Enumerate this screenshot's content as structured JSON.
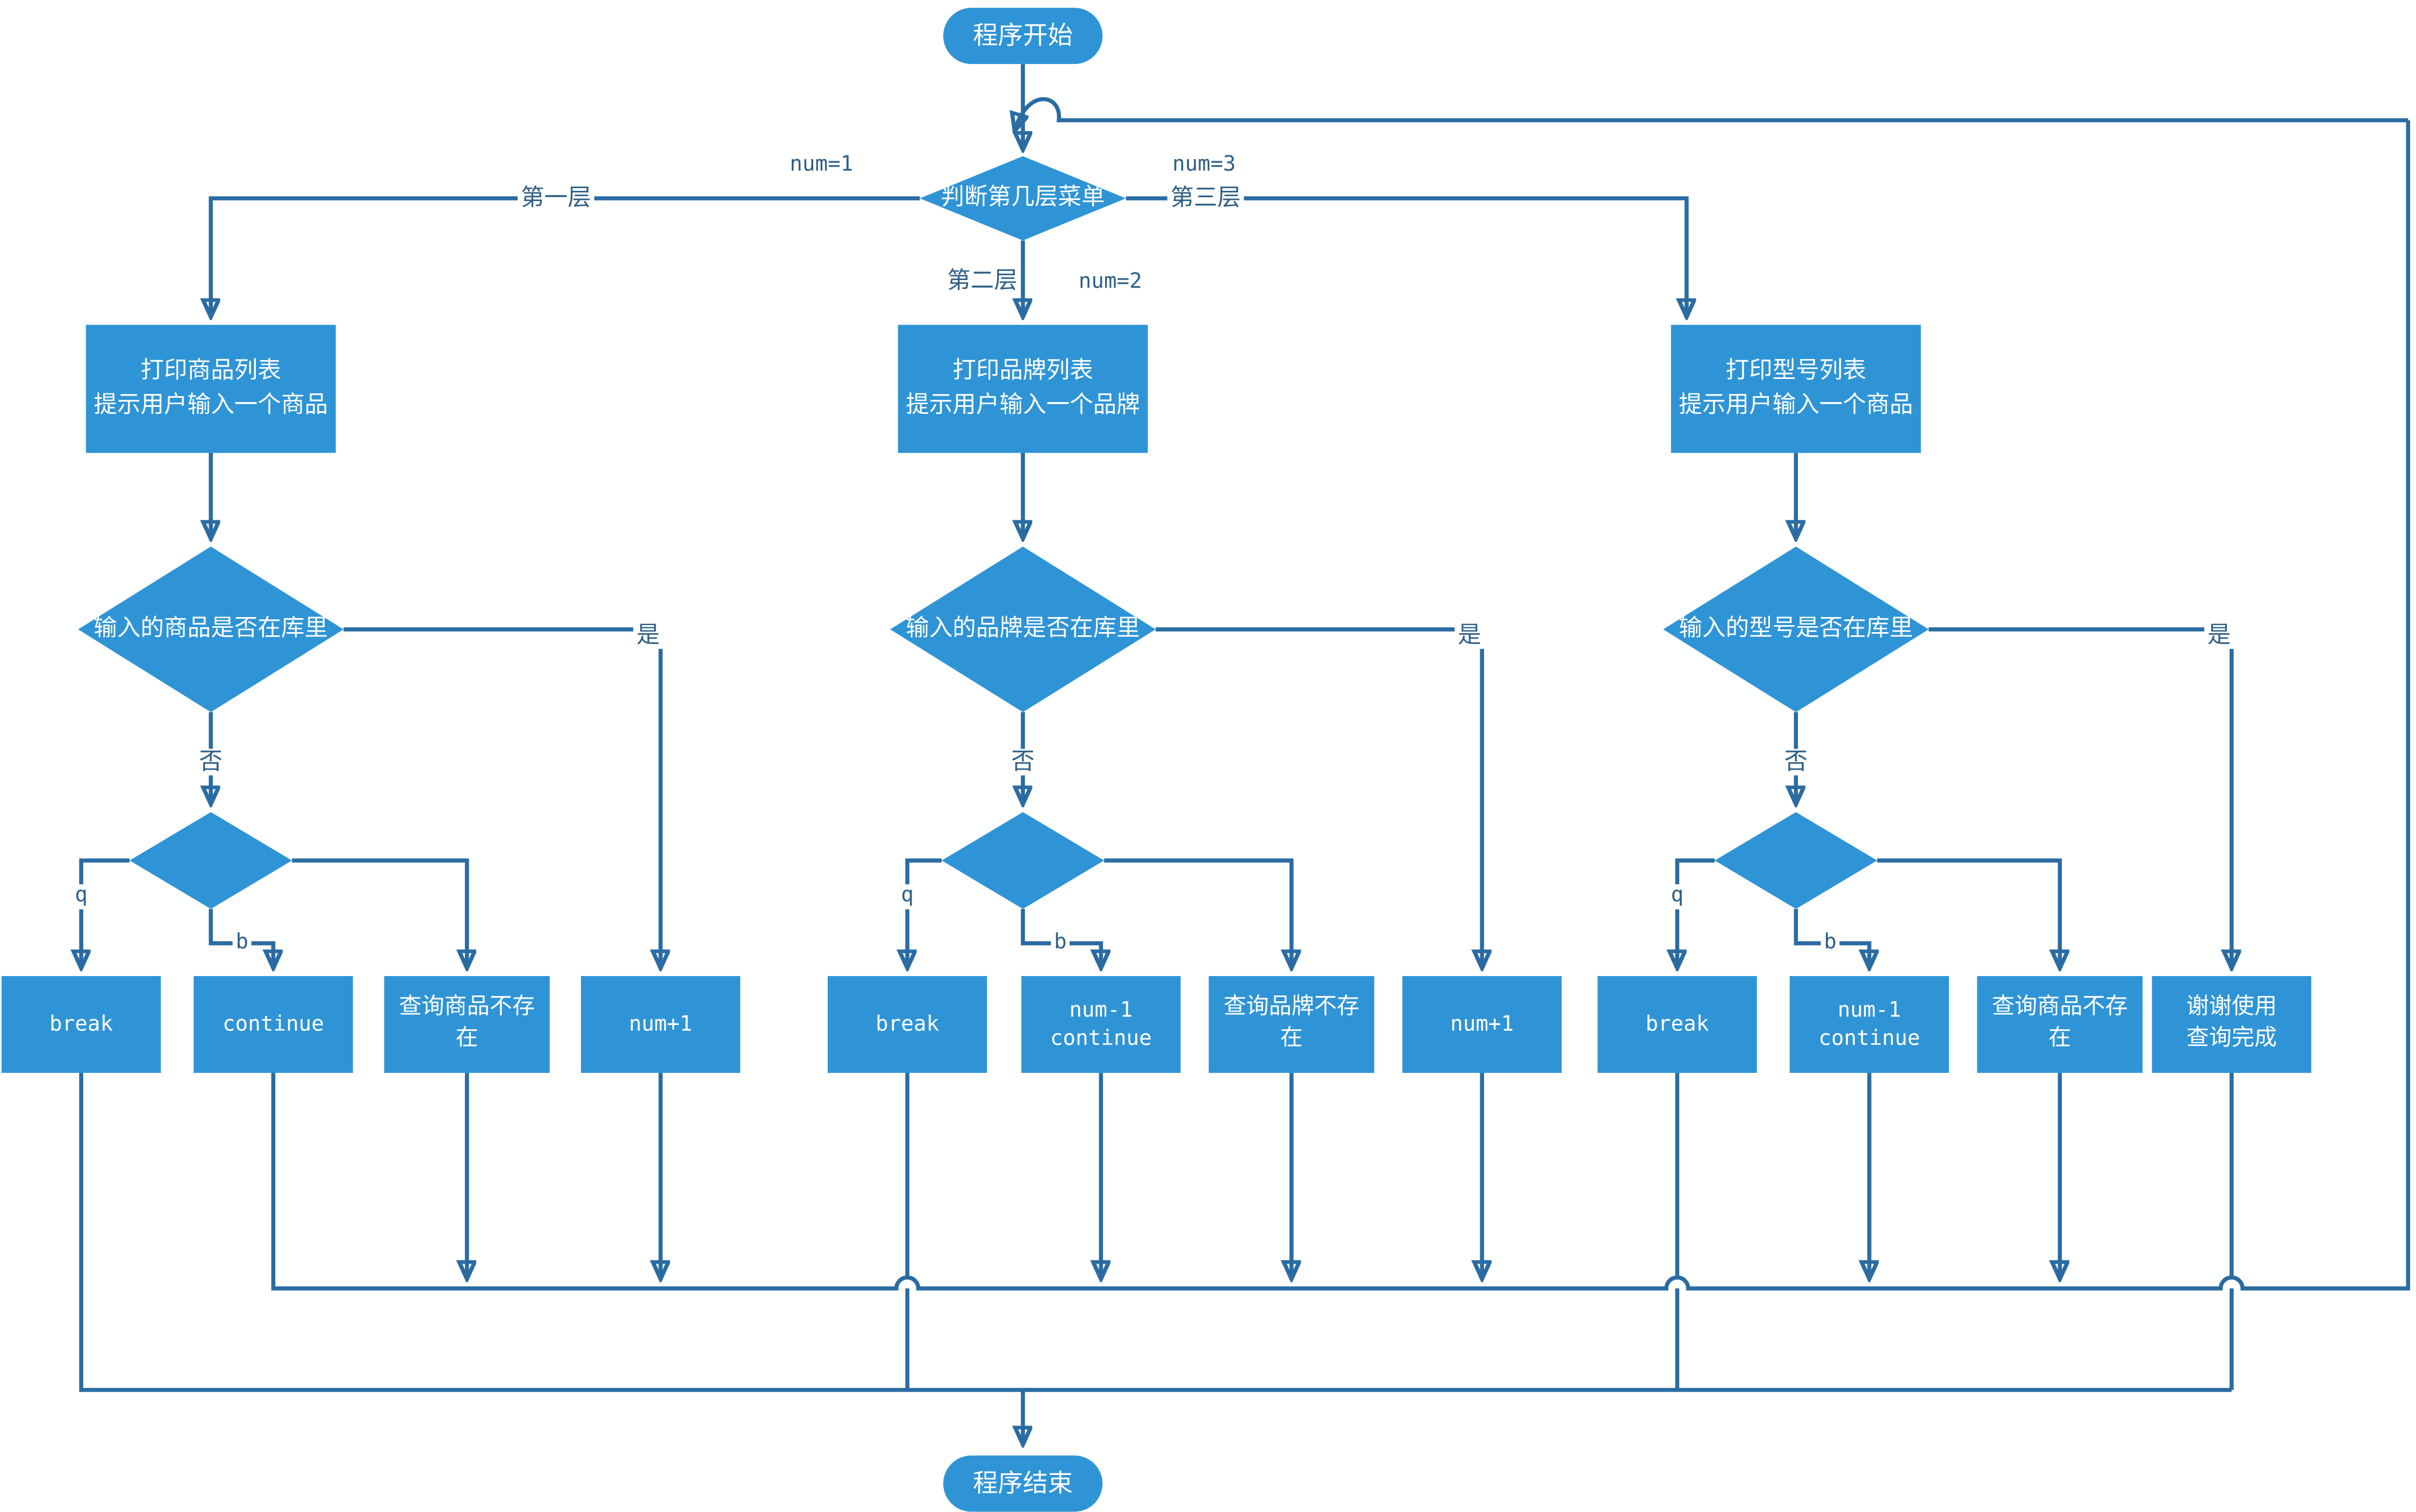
{
  "colors": {
    "node_fill": "#2F94D6",
    "node_text": "#FFFFFF",
    "edge": "#2A6CA2",
    "edge_label": "#2E5F86",
    "background": "#FFFFFF"
  },
  "start": {
    "label": "程序开始"
  },
  "end": {
    "label": "程序结束"
  },
  "menu": {
    "label": "判断第几层菜单"
  },
  "branch": {
    "num1": "num=1",
    "num2": "num=2",
    "num3": "num=3",
    "level1": "第一层",
    "level2": "第二层",
    "level3": "第三层"
  },
  "labels": {
    "yes": "是",
    "no": "否",
    "q": "q",
    "b": "b"
  },
  "columns": [
    {
      "process": [
        "打印商品列表",
        "提示用户输入一个商品"
      ],
      "check": "输入的商品是否在库里",
      "boxes": [
        [
          "break"
        ],
        [
          "continue"
        ],
        [
          "查询商品不存",
          "在"
        ],
        [
          "num+1"
        ]
      ]
    },
    {
      "process": [
        "打印品牌列表",
        "提示用户输入一个品牌"
      ],
      "check": "输入的品牌是否在库里",
      "boxes": [
        [
          "break"
        ],
        [
          "num-1",
          "continue"
        ],
        [
          "查询品牌不存",
          "在"
        ],
        [
          "num+1"
        ]
      ]
    },
    {
      "process": [
        "打印型号列表",
        "提示用户输入一个商品"
      ],
      "check": "输入的型号是否在库里",
      "boxes": [
        [
          "break"
        ],
        [
          "num-1",
          "continue"
        ],
        [
          "查询商品不存",
          "在"
        ],
        [
          "谢谢使用",
          "查询完成"
        ]
      ]
    }
  ]
}
